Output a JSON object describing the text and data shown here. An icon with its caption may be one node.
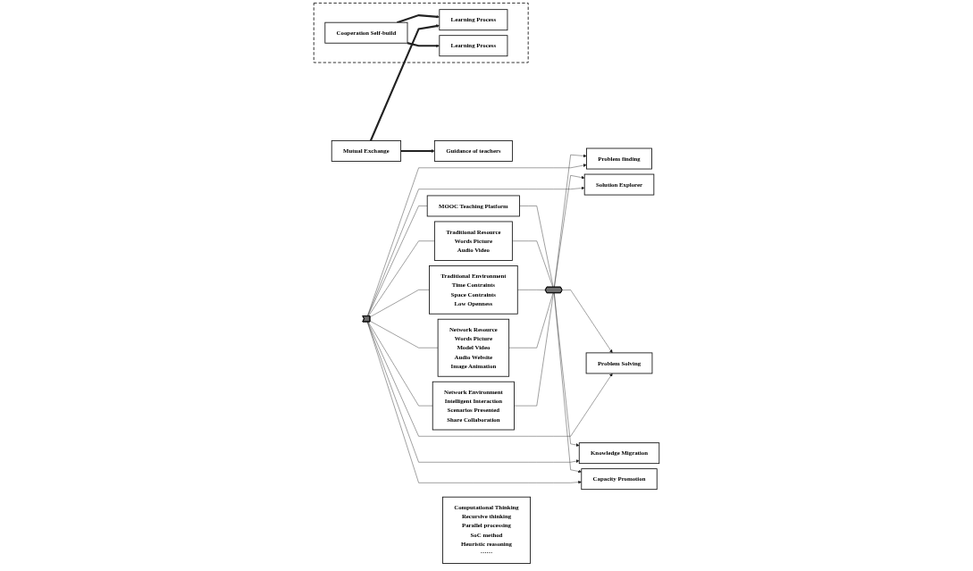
{
  "diagram": {
    "nodes": [
      {
        "text": [
          "Guidance of teachers"
        ]
      },
      {
        "text": [
          "Mutual Exchange"
        ]
      },
      {
        "text": [],
        "shape": "box"
      },
      {
        "text": [
          "Learning Process"
        ],
        "in": 2
      },
      {
        "text": [
          "Cooperation Self-build"
        ],
        "in": 2
      },
      {
        "text": [
          "Learning Process"
        ],
        "in": 2
      },
      {
        "text": [
          "Network Environment",
          "Intelligent Interaction",
          "Scenarios Presented",
          "Share Collaboration"
        ]
      },
      {
        "text": [
          "Network Resource",
          "Words Picture",
          "Model Video",
          "Audio Website",
          "Image Animation"
        ]
      },
      {
        "text": [
          "Traditional Environment",
          "Time Contraints",
          "Space Contraints",
          "Low Openness"
        ]
      },
      {
        "text": [
          "Traditional Resource",
          "Words Picture",
          "Audio Video"
        ]
      },
      {
        "text": [
          "MOOC Teaching Platform"
        ]
      },
      {
        "text": [],
        "shape": "arrow"
      },
      {
        "text": [],
        "shape": "hexagon"
      },
      {
        "text": [
          "Problem finding"
        ]
      },
      {
        "text": [
          "Solution Explorer"
        ]
      },
      {
        "text": [
          "Problem Solving"
        ]
      },
      {
        "text": [
          "Knowledge Migration"
        ]
      },
      {
        "text": [
          "Capacity Promotion"
        ]
      },
      {
        "text": [
          "Computational Thinking",
          "Recursive thinking",
          "Parallel processing",
          "SoC method",
          "Heuristic reasoning",
          "······"
        ]
      }
    ],
    "edges": [
      {
        "from": 1,
        "to": 0,
        "arrow": "to",
        "style": "thick"
      },
      {
        "from": 1,
        "to": 3,
        "arrow": "to",
        "style": "thick"
      },
      {
        "from": 4,
        "to": 3,
        "arrow": "to",
        "style": "thick"
      },
      {
        "from": 4,
        "to": 5,
        "arrow": "to",
        "style": "thick"
      },
      {
        "from": 11,
        "to": 6,
        "arrow": "none"
      },
      {
        "from": 11,
        "to": 7,
        "arrow": "none"
      },
      {
        "from": 11,
        "to": 8,
        "arrow": "none"
      },
      {
        "from": 11,
        "to": 9,
        "arrow": "none"
      },
      {
        "from": 11,
        "to": 10,
        "arrow": "none"
      },
      {
        "from": 6,
        "to": 12,
        "arrow": "none"
      },
      {
        "from": 7,
        "to": 12,
        "arrow": "none"
      },
      {
        "from": 8,
        "to": 12,
        "arrow": "none"
      },
      {
        "from": 9,
        "to": 12,
        "arrow": "none"
      },
      {
        "from": 10,
        "to": 12,
        "arrow": "none"
      },
      {
        "from": 11,
        "to": 13,
        "arrow": "to"
      },
      {
        "from": 11,
        "to": 14,
        "arrow": "to"
      },
      {
        "from": 11,
        "to": 15,
        "arrow": "to"
      },
      {
        "from": 11,
        "to": 16,
        "arrow": "to"
      },
      {
        "from": 11,
        "to": 17,
        "arrow": "to"
      },
      {
        "from": 12,
        "to": 13,
        "arrow": "to"
      },
      {
        "from": 12,
        "to": 14,
        "arrow": "to"
      },
      {
        "from": 12,
        "to": 15,
        "arrow": "to"
      },
      {
        "from": 12,
        "to": 16,
        "arrow": "to"
      },
      {
        "from": 12,
        "to": 17,
        "arrow": "to"
      }
    ]
  }
}
